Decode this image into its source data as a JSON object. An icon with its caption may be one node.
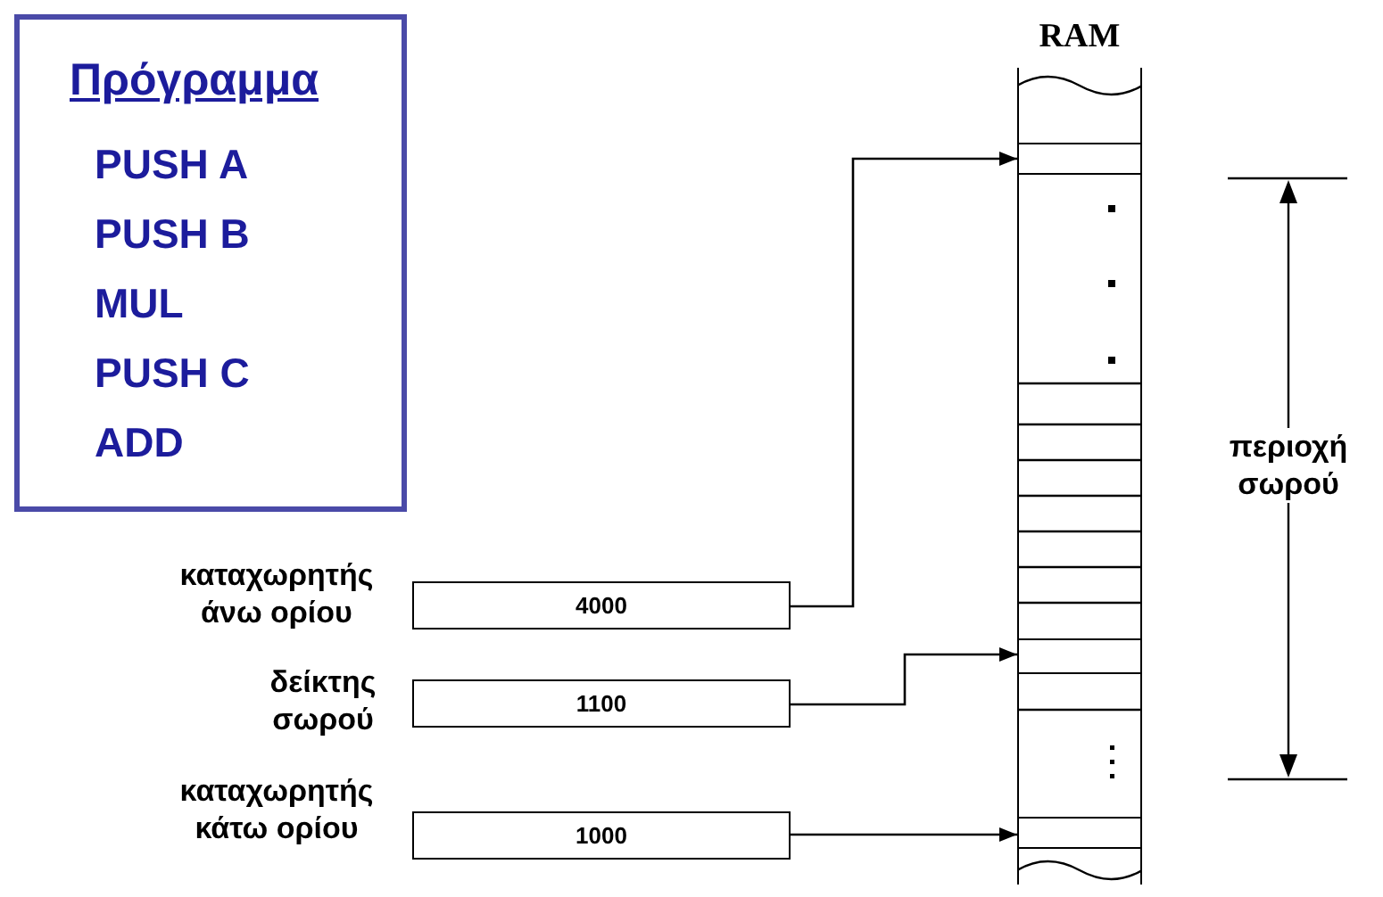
{
  "diagram": {
    "nodes": [
      {
        "text": [
          "Πρόγραμμα",
          "PUSH A",
          "PUSH B",
          "MUL",
          "PUSH C",
          "ADD"
        ]
      },
      {
        "text": [
          "4000"
        ],
        "beside": [
          "καταχωρητής άνω ορίου"
        ]
      },
      {
        "text": [
          "1100"
        ],
        "beside": [
          "δείκτης σωρού"
        ]
      },
      {
        "text": [
          "1000"
        ],
        "beside": [
          "καταχωρητής κάτω ορίου"
        ]
      },
      {
        "text": [
          "RAM"
        ]
      },
      {
        "text": [],
        "shape": "box",
        "in": 4
      },
      {
        "text": [],
        "shape": "box",
        "in": 4
      },
      {
        "text": [],
        "shape": "box",
        "in": 4
      }
    ],
    "edges": [
      {
        "from": 1,
        "to": 5,
        "arrow": "to"
      },
      {
        "from": 2,
        "to": 6,
        "arrow": "to"
      },
      {
        "from": 3,
        "to": 7,
        "arrow": "to"
      }
    ],
    "labels": [
      "περιοχή σωρού"
    ]
  }
}
